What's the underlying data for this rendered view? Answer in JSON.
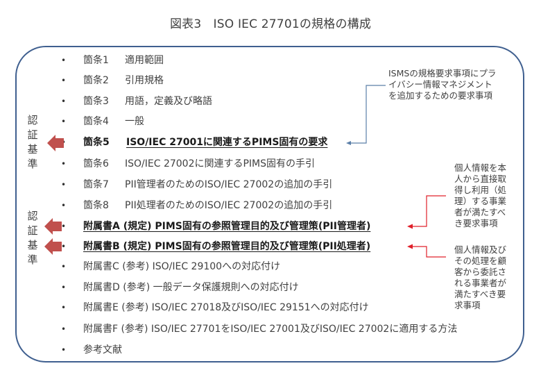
{
  "title": "図表3　ISO IEC 27701の規格の構成",
  "colors": {
    "frame_border": "#3f5f8f",
    "red_arrow": "#c0504d",
    "connector_blue": "#5b7fa8",
    "connector_red": "#e0202a",
    "text": "#404040"
  },
  "side_labels": [
    {
      "text": "認証基準",
      "chars": [
        "認",
        "証",
        "基",
        "準"
      ]
    },
    {
      "text": "認証基準",
      "chars": [
        "認",
        "証",
        "基",
        "準"
      ]
    }
  ],
  "items": [
    {
      "bullet": "•",
      "num": "箇条1",
      "text": "適用範囲",
      "bold": false
    },
    {
      "bullet": "•",
      "num": "箇条2",
      "text": "引用規格",
      "bold": false
    },
    {
      "bullet": "•",
      "num": "箇条3",
      "text": "用語，定義及び略語",
      "bold": false
    },
    {
      "bullet": "•",
      "num": "箇条4",
      "text": "一般",
      "bold": false
    },
    {
      "bullet": "•",
      "num": "箇条5",
      "text": "ISO/IEC 27001に関連するPIMS固有の要求",
      "bold": true
    },
    {
      "bullet": "•",
      "num": "箇条6",
      "text": "ISO/IEC 27002に関連するPIMS固有の手引",
      "bold": false
    },
    {
      "bullet": "•",
      "num": "箇条7",
      "text": "PII管理者のためのISO/IEC 27002の追加の手引",
      "bold": false
    },
    {
      "bullet": "•",
      "num": "箇条8",
      "text": "PII処理者のためのISO/IEC 27002の追加の手引",
      "bold": false
    },
    {
      "bullet": "•",
      "num": "",
      "text": "附属書A (規定) PIMS固有の参照管理目的及び管理策(PII管理者)",
      "bold": true
    },
    {
      "bullet": "•",
      "num": "",
      "text": "附属書B (規定) PIMS固有の参照管理目的及び管理策(PII処理者)",
      "bold": true
    },
    {
      "bullet": "•",
      "num": "",
      "text": "附属書C (参考) ISO/IEC 29100への対応付け",
      "bold": false
    },
    {
      "bullet": "•",
      "num": "",
      "text": "附属書D (参考) 一般データ保護規則への対応付け",
      "bold": false
    },
    {
      "bullet": "•",
      "num": "",
      "text": "附属書E (参考) ISO/IEC 27018及びISO/IEC 29151への対応付け",
      "bold": false
    },
    {
      "bullet": "•",
      "num": "",
      "text": "附属書F (参考) ISO/IEC 27701をISO/IEC 27001及びISO/IEC 27002に適用する方法",
      "bold": false
    },
    {
      "bullet": "•",
      "num": "",
      "text": "参考文献",
      "bold": false
    }
  ],
  "notes": {
    "isms": [
      "ISMSの規格要求事項にプラ",
      "イバシー情報マネジメント",
      "を追加するための要求事項"
    ],
    "controller": [
      "個人情報を本",
      "人から直接取",
      "得し利用（処",
      "理）する事業",
      "者が満たすべ",
      "き要求事項"
    ],
    "processor": [
      "個人情報及び",
      "その処理を顧",
      "客から委託さ",
      "れる事業者が",
      "満たすべき要",
      "求事項"
    ]
  }
}
